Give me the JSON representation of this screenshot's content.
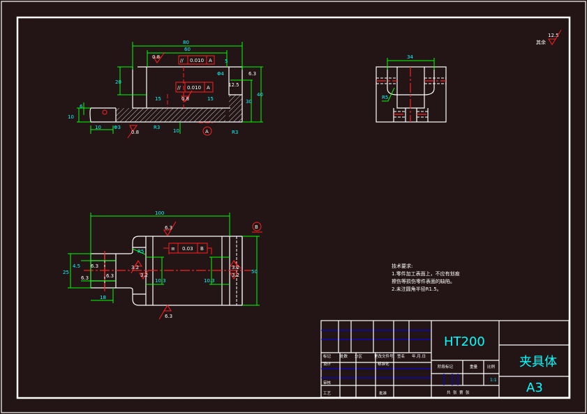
{
  "colors": {
    "background": "#231516",
    "outline": "#ffffff",
    "dimension": "#00ff00",
    "center_tolerance": "#ff2020",
    "text": "#00ffff",
    "title_lines": "#0000ff"
  },
  "roughness_note": {
    "label": "其余",
    "value": "12.5"
  },
  "front_view": {
    "dims": [
      "80",
      "60",
      "20",
      "5",
      "Φ4",
      "12.5",
      "6.3",
      "30",
      "40",
      "15",
      "15",
      "6",
      "10",
      "10",
      "10",
      "Φ3",
      "R3",
      "R3",
      "0.8",
      "0.8",
      "0.8"
    ],
    "tolerances": [
      {
        "symbol": "//",
        "value": "0.010",
        "datum": "A"
      },
      {
        "symbol": "//",
        "value": "0.010",
        "datum": "A"
      }
    ],
    "datum": "A"
  },
  "side_view": {
    "dims": [
      "34",
      "R5"
    ]
  },
  "top_view": {
    "dims": [
      "100",
      "6.3",
      "6.3",
      "R5",
      "3.2",
      "3.2",
      "3.2",
      "3.2",
      "25",
      "4.5",
      "6.3",
      "6.3",
      "6.3",
      "18",
      "50",
      "10.3",
      "10.3"
    ],
    "tolerance": {
      "symbol": "≡",
      "value": "0.03",
      "datum": "B"
    },
    "datum": "B"
  },
  "tech_requirements": {
    "title": "技术要求:",
    "lines": [
      "1.零件加工表面上，不应有划痕",
      "擦伤等损伤零件表面的缺陷。",
      "2.未注圆角半径R1.5。"
    ]
  },
  "title_block": {
    "material": "HT200",
    "part_name": "夹具体",
    "sheet_size": "A3",
    "headers": [
      "标记",
      "处数",
      "分区",
      "更改文件号",
      "签名",
      "年.月.日"
    ],
    "roles": {
      "design": "设计",
      "standard": "标准化",
      "review": "审核",
      "process": "工艺",
      "approve": "批准"
    },
    "stage_label": "阶段标记",
    "weight_label": "重量",
    "scale_label": "比例",
    "scale": "1:1",
    "sheets": "共  张  第  张"
  }
}
